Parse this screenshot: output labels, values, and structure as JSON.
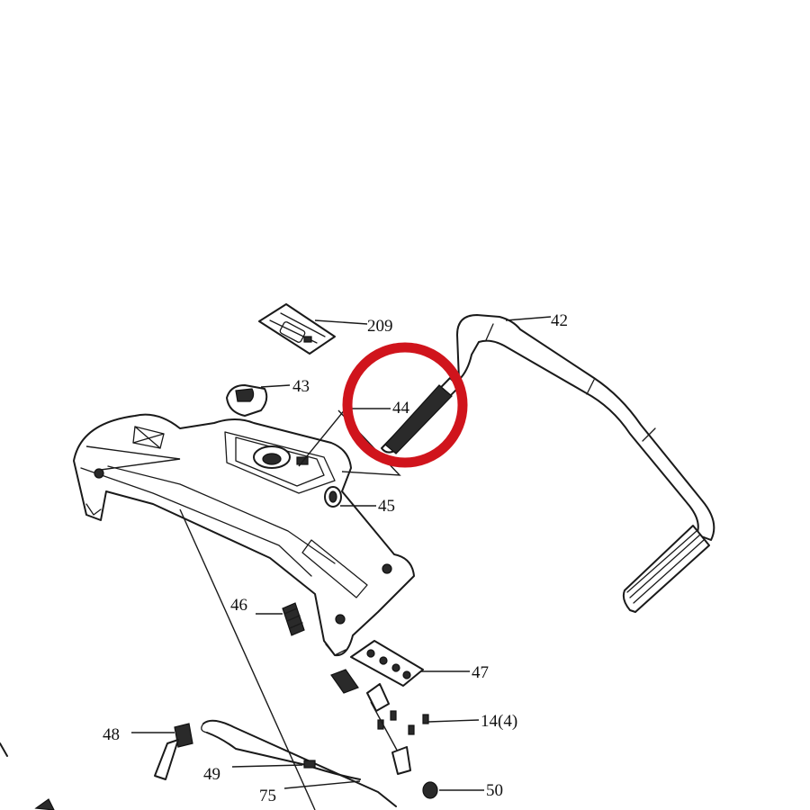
{
  "callouts": [
    {
      "id": "209",
      "text": "209"
    },
    {
      "id": "42",
      "text": "42"
    },
    {
      "id": "43",
      "text": "43"
    },
    {
      "id": "44",
      "text": "44"
    },
    {
      "id": "45",
      "text": "45"
    },
    {
      "id": "46",
      "text": "46"
    },
    {
      "id": "47",
      "text": "47"
    },
    {
      "id": "14",
      "text": "14(4)"
    },
    {
      "id": "48",
      "text": "48"
    },
    {
      "id": "49",
      "text": "49"
    },
    {
      "id": "75",
      "text": "75"
    },
    {
      "id": "50",
      "text": "50"
    }
  ],
  "highlight": {
    "color": "#d0141c",
    "target_part": "44"
  },
  "colors": {
    "line": "#1a1a1a",
    "background": "#ffffff"
  }
}
